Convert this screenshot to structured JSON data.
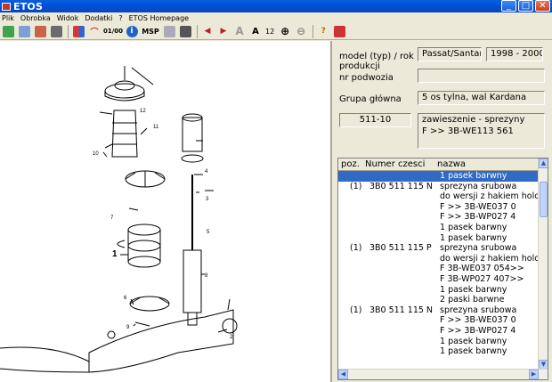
{
  "window": {
    "title": "ETOS"
  },
  "menu": [
    "Plik",
    "Obrobka",
    "Widok",
    "Dodatki",
    "?",
    "ETOS Homepage"
  ],
  "toolbar": {
    "font_size": "12",
    "msp_label": "MSP",
    "zoom_label": "01/00"
  },
  "drawing": {
    "callouts": [
      "12",
      "11",
      "10",
      "4",
      "3",
      "5",
      "7",
      "1",
      "8",
      "6",
      "9",
      "2"
    ]
  },
  "info": {
    "model_label": "model (typ) / rok produkcji",
    "model_value": "Passat/Santan",
    "year_value": "1998 - 2000",
    "chassis_label": "nr podwozia",
    "chassis_value": "",
    "group_label": "Grupa główna",
    "group_value": "5   os tylna, wal Kardana",
    "code_value": "511-10",
    "desc_line1": "zawieszenie - sprezyny",
    "desc_line2": "F              >> 3B-WE113 561"
  },
  "parts": {
    "headers": {
      "pos": "poz.",
      "number": "Numer czesci",
      "name": "nazwa"
    },
    "rows": [
      {
        "pos": "",
        "number": "",
        "name": "1 pasek barwny",
        "selected": true
      },
      {
        "pos": "(1)",
        "number": "3B0 511 115 N",
        "name": "sprezyna srubowa"
      },
      {
        "pos": "",
        "number": "",
        "name": "do wersji z hakiem holov"
      },
      {
        "pos": "",
        "number": "",
        "name": "F          >> 3B-WE037 0"
      },
      {
        "pos": "",
        "number": "",
        "name": "F          >> 3B-WP027 4"
      },
      {
        "pos": "",
        "number": "",
        "name": "1 pasek barwny"
      },
      {
        "pos": "",
        "number": "",
        "name": "1 pasek barwny"
      },
      {
        "pos": "(1)",
        "number": "3B0 511 115 P",
        "name": "sprezyna srubowa"
      },
      {
        "pos": "",
        "number": "",
        "name": "do wersji z hakiem holov"
      },
      {
        "pos": "",
        "number": "",
        "name": "F 3B-WE037 054>>"
      },
      {
        "pos": "",
        "number": "",
        "name": "F 3B-WP027 407>>"
      },
      {
        "pos": "",
        "number": "",
        "name": "1 pasek barwny"
      },
      {
        "pos": "",
        "number": "",
        "name": "2 paski barwne"
      },
      {
        "pos": "(1)",
        "number": "3B0 511 115 N",
        "name": "sprezyna srubowa"
      },
      {
        "pos": "",
        "number": "",
        "name": "F          >> 3B-WE037 0"
      },
      {
        "pos": "",
        "number": "",
        "name": "F          >> 3B-WP027 4"
      },
      {
        "pos": "",
        "number": "",
        "name": "1 pasek barwny"
      },
      {
        "pos": "",
        "number": "",
        "name": "1 pasek barwny"
      }
    ]
  }
}
